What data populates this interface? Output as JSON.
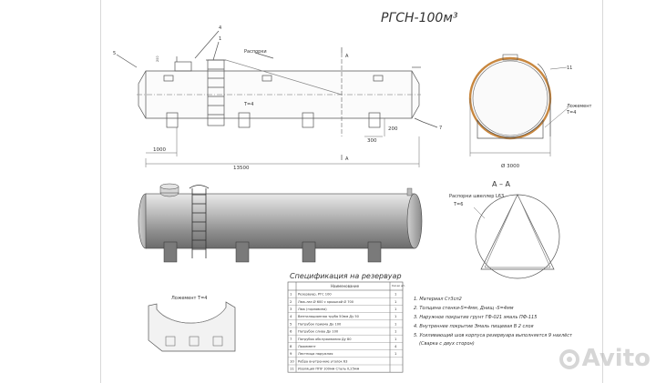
{
  "title": "РГСН-100м³",
  "top_view": {
    "callout_1": "1",
    "callout_4": "4",
    "callout_5": "5",
    "callout_7": "7",
    "callout_200": "200",
    "label_rasporki": "Распорки",
    "label_t4": "Т=4",
    "dim_300": "300",
    "dim_200_right": "200",
    "dim_1000": "1000",
    "dim_13500": "13500",
    "section_mark_top": "А",
    "section_mark_bottom": "А"
  },
  "end_view": {
    "label_lozhement": "Ложемент",
    "label_t4": "Т=4",
    "callout_11": "11",
    "diameter": "Ø 3000"
  },
  "section_aa": {
    "title": "А – А",
    "label_rasporki": "Распорки швеллер L63",
    "label_t6": "Т=6"
  },
  "lozhement_part": {
    "label": "Ложемент Т=4"
  },
  "spec": {
    "title": "Спецификация на резервуар",
    "header_name": "Наименование",
    "header_qty": "Кол-во шт.",
    "rows": [
      {
        "n": "1",
        "name": "Резервуар, РГС 100",
        "q": "1"
      },
      {
        "n": "2",
        "name": "Люк-лаз Ø 600 с крышкой Ø 700",
        "q": "1"
      },
      {
        "n": "3",
        "name": "Люк (горловина)",
        "q": "1"
      },
      {
        "n": "4",
        "name": "Вентиляционная труба 50мм Ду 50",
        "q": "1"
      },
      {
        "n": "5",
        "name": "Патрубок приема Ду 100",
        "q": "1"
      },
      {
        "n": "6",
        "name": "Патрубок слива Ду 100",
        "q": "1"
      },
      {
        "n": "7",
        "name": "Патрубок обслуживания Ду 80",
        "q": "1"
      },
      {
        "n": "8",
        "name": "Ложемент",
        "q": "4"
      },
      {
        "n": "9",
        "name": "Лестница наружная",
        "q": "1"
      },
      {
        "n": "10",
        "name": "Ребра внутренние уголок 63",
        "q": ""
      },
      {
        "n": "11",
        "name": "Изоляция ППУ 100мм Сталь 0,25мм",
        "q": ""
      }
    ]
  },
  "notes": [
    "1. Материал Ст3сп2",
    "2. Толщина стенки-S=4мм, Днищ -S=4мм",
    "3. Наружное покрытие грунт ГФ-021 эмаль ПФ-115",
    "4. Внутреннее покрытие Эмаль пищевая В 2 слоя",
    "5. Усиливающий шов корпуса резервуара выполняется 9 нахлёст",
    "(Сварка с двух сторон)"
  ],
  "watermark": "Avito"
}
